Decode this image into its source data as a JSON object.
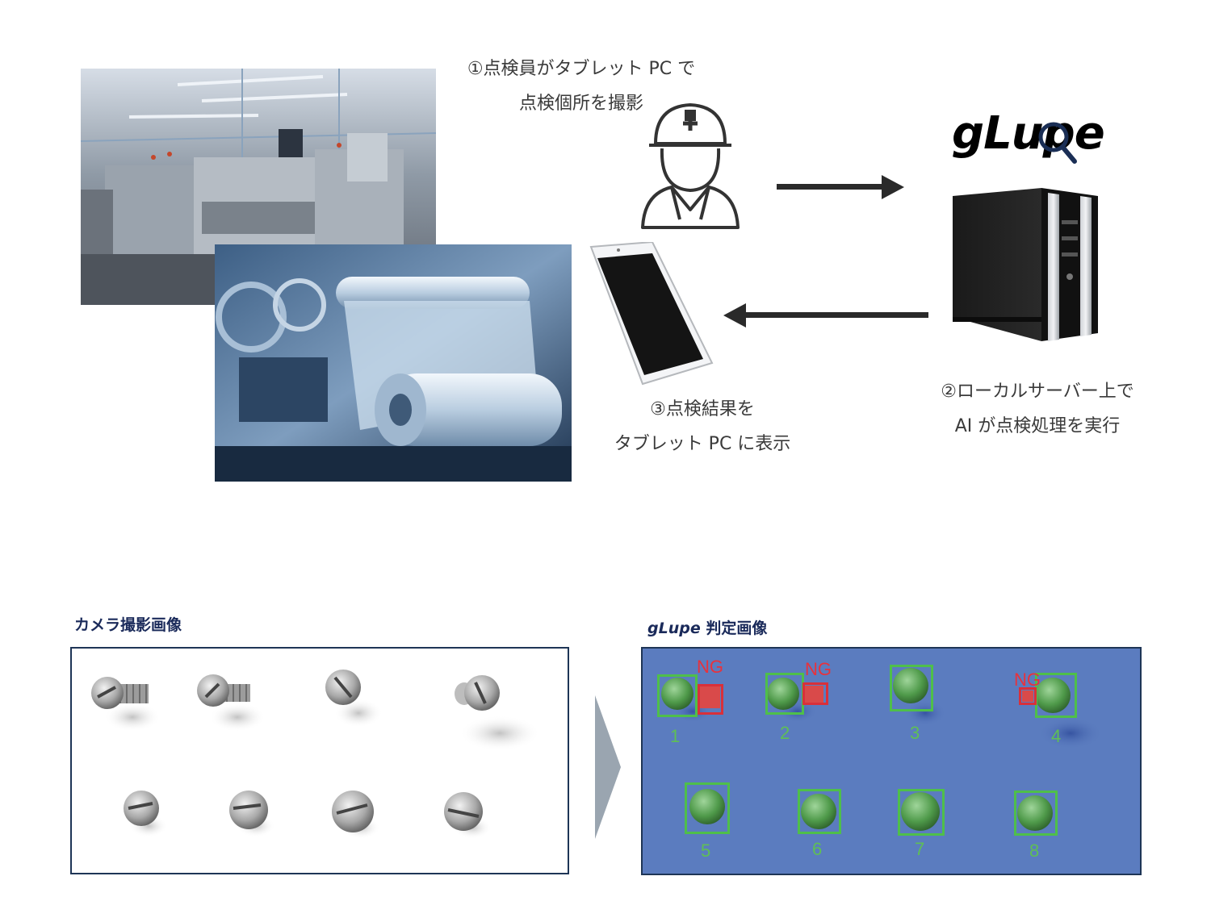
{
  "captions": {
    "step1_line1": "①点検員がタブレット PC で",
    "step1_line2": "点検個所を撮影",
    "step2_line1": "②ローカルサーバー上で",
    "step2_line2": "AI が点検処理を実行",
    "step3_line1": "③点検結果を",
    "step3_line2": "タブレット PC に表示"
  },
  "logo": {
    "text": "gLupe"
  },
  "sections": {
    "camera_title": "カメラ撮影画像",
    "judge_title_brand": "gLupe",
    "judge_title_rest": " 判定画像"
  },
  "detections": [
    {
      "index": "1",
      "status": "NG"
    },
    {
      "index": "2",
      "status": "NG"
    },
    {
      "index": "3",
      "status": "OK"
    },
    {
      "index": "4",
      "status": "NG"
    },
    {
      "index": "5",
      "status": "OK"
    },
    {
      "index": "6",
      "status": "OK"
    },
    {
      "index": "7",
      "status": "OK"
    },
    {
      "index": "8",
      "status": "OK"
    }
  ],
  "ng_label": "NG",
  "colors": {
    "ok_box": "#4fbf4a",
    "ng_box": "#d9303a",
    "judge_bg": "#5b7cbf",
    "panel_border": "#1e3556",
    "brand": "#1d4f8f"
  }
}
